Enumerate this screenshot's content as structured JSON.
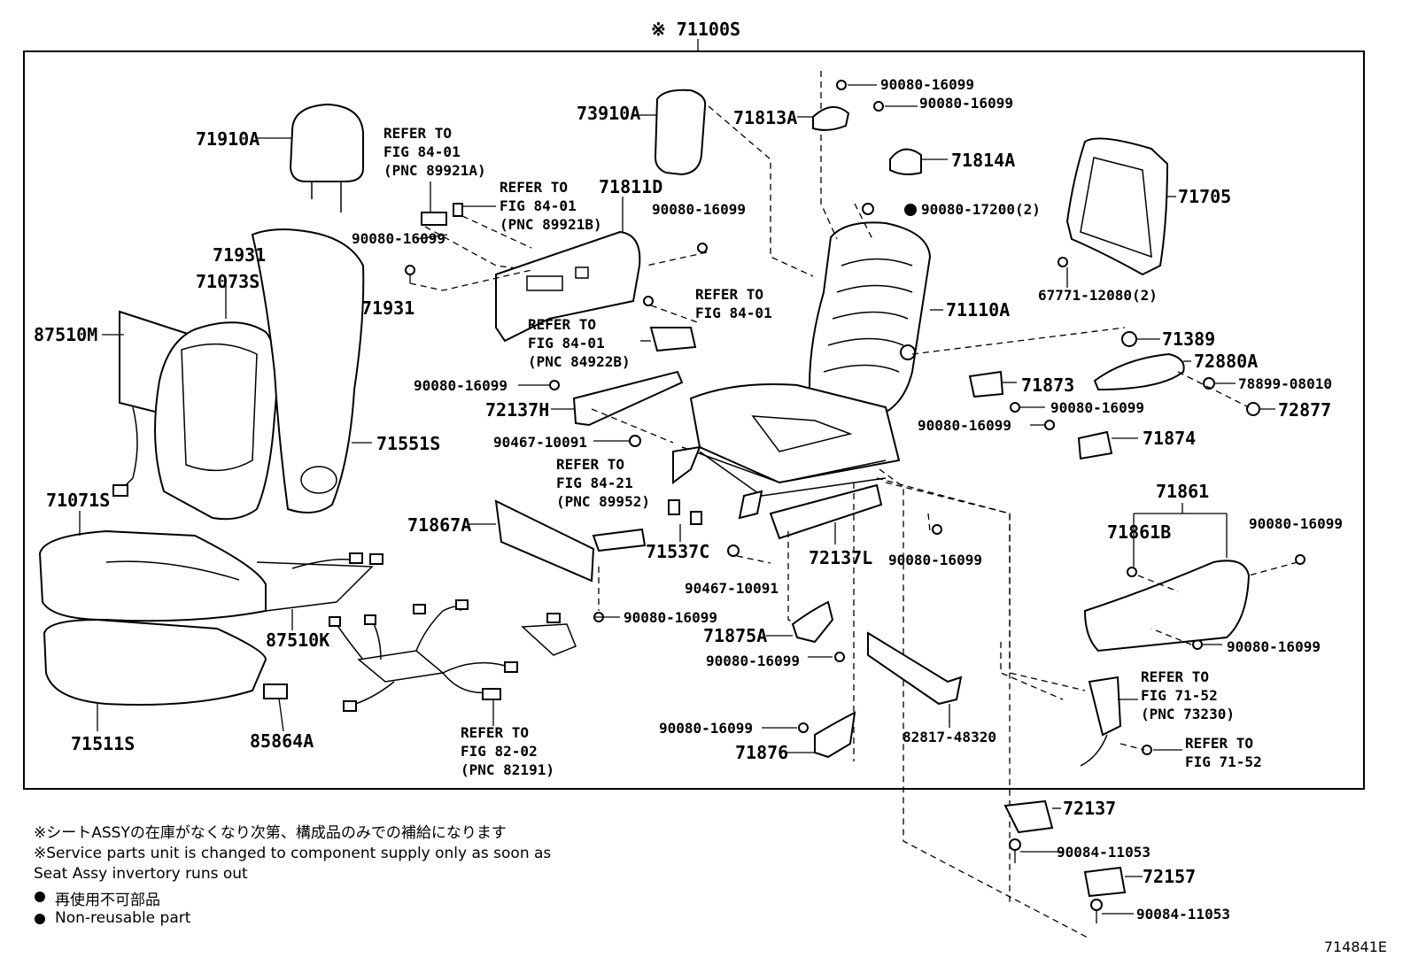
{
  "header": {
    "assembly_number": "※ 71100S"
  },
  "parts": {
    "p71910A": "71910A",
    "p71931a": "71931",
    "p71931b": "71931",
    "p71073S": "71073S",
    "p87510M": "87510M",
    "p71551S": "71551S",
    "p71071S": "71071S",
    "p87510K": "87510K",
    "p71511S": "71511S",
    "p85864A": "85864A",
    "p73910A": "73910A",
    "p71811D": "71811D",
    "p71813A": "71813A",
    "p71814A": "71814A",
    "p71705": "71705",
    "p71110A": "71110A",
    "p72137H": "72137H",
    "p71867A": "71867A",
    "p71537C": "71537C",
    "p72137L": "72137L",
    "p71875A": "71875A",
    "p71876": "71876",
    "p82817": "82817-48320",
    "p71389": "71389",
    "p72880A": "72880A",
    "p72877": "72877",
    "p71873": "71873",
    "p71874": "71874",
    "p71861": "71861",
    "p71861B": "71861B",
    "p72137": "72137",
    "p72157": "72157",
    "p67771": "67771-12080(2)",
    "p78899": "78899-08010",
    "b90080_17200": "90080-17200(2)",
    "b90080_16099": "90080-16099",
    "b90467_10091": "90467-10091",
    "b90084_11053": "90084-11053"
  },
  "references": {
    "refer_to": "REFER TO",
    "fig_84_01": "FIG 84-01",
    "fig_84_21": "FIG 84-21",
    "fig_82_02": "FIG 82-02",
    "fig_71_52": "FIG 71-52",
    "pnc_89921A": "(PNC 89921A)",
    "pnc_89921B": "(PNC 89921B)",
    "pnc_84922B": "(PNC 84922B)",
    "pnc_89952": "(PNC 89952)",
    "pnc_82191": "(PNC 82191)",
    "pnc_73230": "(PNC 73230)"
  },
  "notes": {
    "jp_supply": "※シートASSYの在庫がなくなり次第、構成品のみでの補給になります",
    "en_supply_1": "※Service parts unit is changed to component supply only as soon as",
    "en_supply_2": "Seat Assy invertory runs out",
    "jp_nonreusable": "再使用不可部品",
    "en_nonreusable": "Non-reusable part"
  },
  "figure_code": "714841E",
  "legend": {
    "marker": "filled-circle-icon"
  }
}
